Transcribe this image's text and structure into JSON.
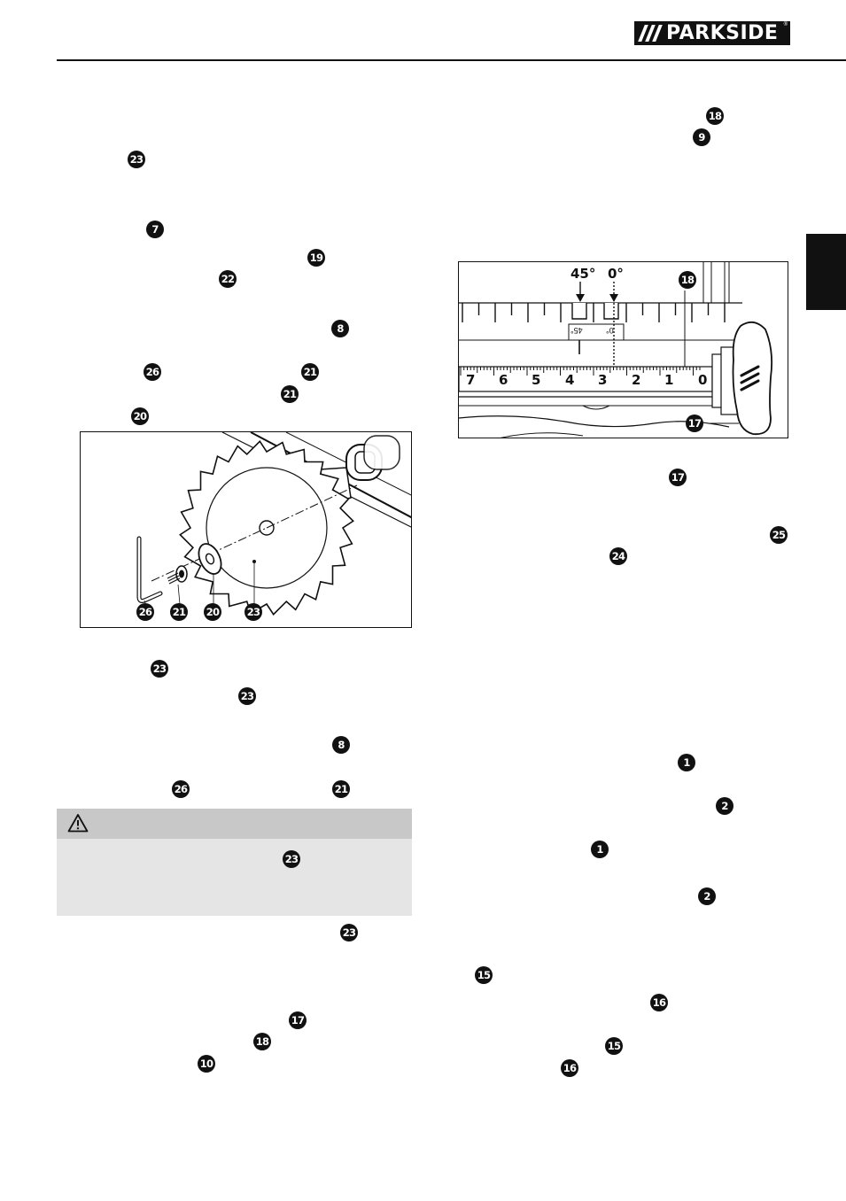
{
  "header": {
    "brand": "PARKSIDE",
    "brand_mark": "®"
  },
  "callouts": {
    "b18_top": "18",
    "b9": "9",
    "b23_a": "23",
    "b7": "7",
    "b19": "19",
    "b22": "22",
    "b8_a": "8",
    "b26_a": "26",
    "b21_a": "21",
    "b21_b": "21",
    "b20_a": "20",
    "b17_mid": "17",
    "b25": "25",
    "b24": "24",
    "b23_b": "23",
    "b23_c": "23",
    "b8_b": "8",
    "b26_b": "26",
    "b21_c": "21",
    "b23_warn": "23",
    "b23_d": "23",
    "b17_low": "17",
    "b18_low": "18",
    "b10": "10",
    "b1_a": "1",
    "b2_a": "2",
    "b1_b": "1",
    "b2_b": "2",
    "b15_a": "15",
    "b16_a": "16",
    "b15_b": "15",
    "b16_b": "16"
  },
  "figure_blade": {
    "labels": [
      "26",
      "21",
      "20",
      "23"
    ]
  },
  "figure_scale": {
    "marker_45": "45°",
    "marker_0": "0°",
    "window_45": "45°",
    "window_0": "0°",
    "scale_numbers": [
      "7",
      "6",
      "5",
      "4",
      "3",
      "2",
      "1",
      "0"
    ],
    "callout_18": "18",
    "callout_17": "17"
  },
  "warning": {
    "icon": "warning-triangle-icon"
  }
}
